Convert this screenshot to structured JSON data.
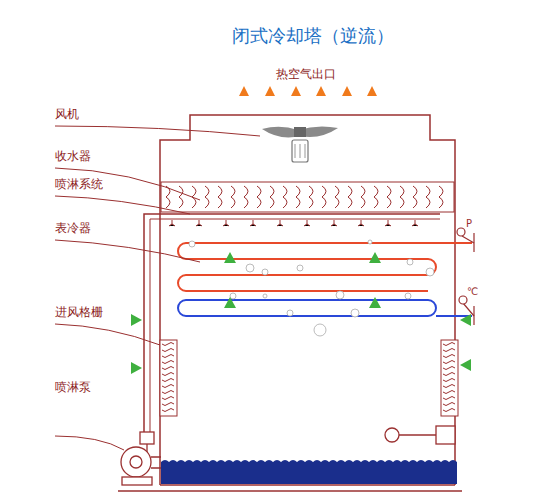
{
  "diagram": {
    "title": "闭式冷却塔（逆流）",
    "labels": [
      "热空气出口",
      "风机",
      "收水器",
      "喷淋系统",
      "表冷器",
      "进风格栅",
      "喷淋泵",
      "P",
      "℃"
    ]
  }
}
